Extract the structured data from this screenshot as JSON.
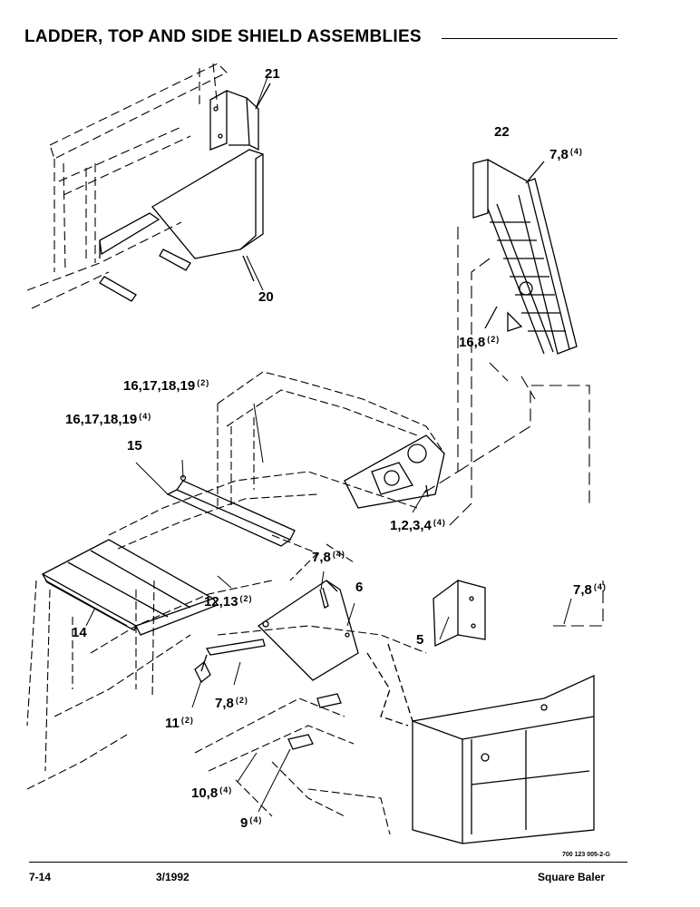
{
  "header": {
    "title": "LADDER, TOP AND SIDE SHIELD ASSEMBLIES"
  },
  "callouts": [
    {
      "id": "c21",
      "text": "21",
      "qty": ""
    },
    {
      "id": "c22",
      "text": "22",
      "qty": ""
    },
    {
      "id": "c78a",
      "text": "7,8",
      "qty": "(4)"
    },
    {
      "id": "c20",
      "text": "20",
      "qty": ""
    },
    {
      "id": "c168a",
      "text": "16,8",
      "qty": "(2)"
    },
    {
      "id": "c1619a",
      "text": "16,17,18,19",
      "qty": "(2)"
    },
    {
      "id": "c1619b",
      "text": "16,17,18,19",
      "qty": "(4)"
    },
    {
      "id": "c15",
      "text": "15",
      "qty": ""
    },
    {
      "id": "c1234",
      "text": "1,2,3,4",
      "qty": "(4)"
    },
    {
      "id": "c78b",
      "text": "7,8",
      "qty": "(4)"
    },
    {
      "id": "c6",
      "text": "6",
      "qty": ""
    },
    {
      "id": "c78c",
      "text": "7,8",
      "qty": "(4)"
    },
    {
      "id": "c1213",
      "text": "12,13",
      "qty": "(2)"
    },
    {
      "id": "c14",
      "text": "14",
      "qty": ""
    },
    {
      "id": "c5",
      "text": "5",
      "qty": ""
    },
    {
      "id": "c78d",
      "text": "7,8",
      "qty": "(2)"
    },
    {
      "id": "c11",
      "text": "11",
      "qty": "(2)"
    },
    {
      "id": "c108",
      "text": "10,8",
      "qty": "(4)"
    },
    {
      "id": "c9",
      "text": "9",
      "qty": "(4)"
    }
  ],
  "figure_code": "700 123 005-2-G",
  "footer": {
    "page": "7-14",
    "date": "3/1992",
    "product": "Square Baler"
  }
}
